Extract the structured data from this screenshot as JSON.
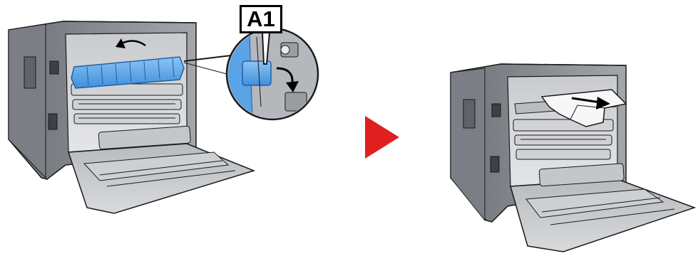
{
  "figure": {
    "callout": {
      "label": "A1"
    },
    "colors": {
      "highlight_blue": "#5aa3e6",
      "arrow_red": "#e02020",
      "printer_grey": "#8a8d93",
      "outline": "#1a1a1a"
    },
    "steps": [
      {
        "id": "step-open-cover",
        "icon": "printer-rear-open-with-a1-callout"
      },
      {
        "id": "step-remove-paper",
        "icon": "printer-rear-paper-removal"
      }
    ],
    "transition_icon": "play-arrow-icon"
  }
}
